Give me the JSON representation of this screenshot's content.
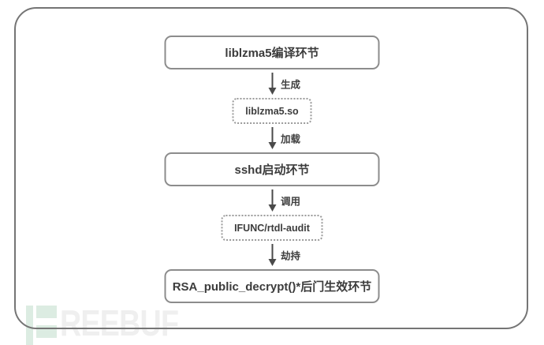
{
  "canvas": {
    "background": "#ffffff",
    "border_color": "#757575"
  },
  "flow": {
    "nodes": [
      {
        "label": "liblzma5编译环节",
        "style": "solid"
      },
      {
        "label": "liblzma5.so",
        "style": "dashed"
      },
      {
        "label": "sshd启动环节",
        "style": "solid"
      },
      {
        "label": "IFUNC/rtdl-audit",
        "style": "dashed"
      },
      {
        "label": "RSA_public_decrypt()*后门生效环节",
        "style": "solid"
      }
    ],
    "edges": [
      {
        "label": "生成"
      },
      {
        "label": "加载"
      },
      {
        "label": "调用"
      },
      {
        "label": "劫持"
      }
    ],
    "node_border_color": "#8c8c8c",
    "dashed_border_color": "#9a9a9a",
    "text_color": "#3c3c3c",
    "arrow_color": "#4a4a4a"
  },
  "watermark": {
    "icon": "freebuf-logo-icon",
    "icon_color": "#dcece2",
    "text": "REEBUF",
    "text_color": "#efefef"
  }
}
